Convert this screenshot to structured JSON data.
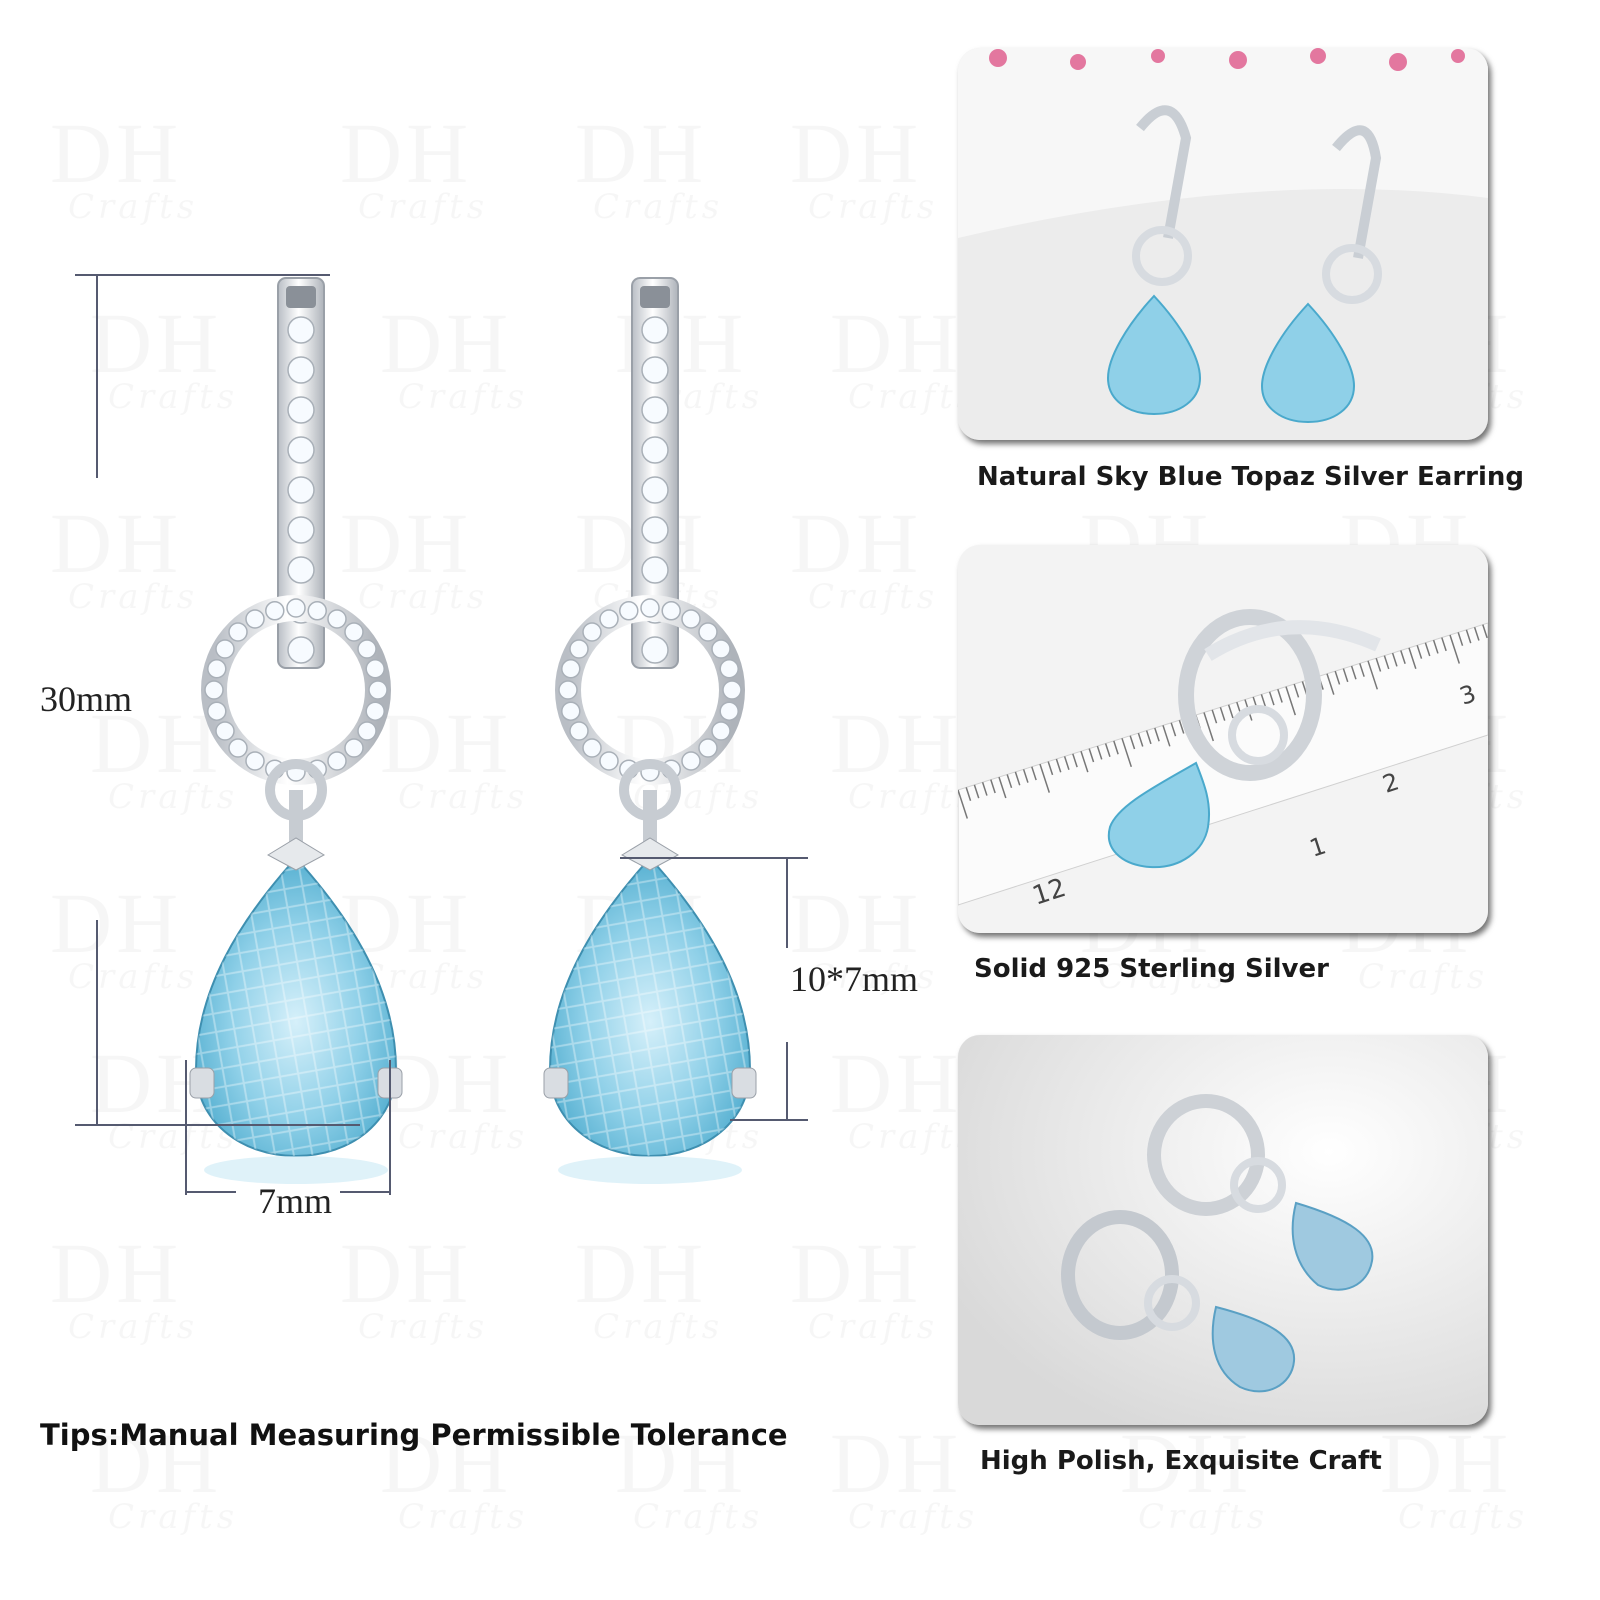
{
  "watermark": {
    "brand": "DH",
    "script": "Crafts"
  },
  "dimensions": {
    "height": "30mm",
    "stone": "10*7mm",
    "width": "7mm"
  },
  "captions": {
    "photo1": "Natural Sky Blue Topaz Silver Earring",
    "photo2": "Solid 925 Sterling Silver",
    "photo3": "High Polish, Exquisite Craft"
  },
  "tips": "Tips:Manual Measuring Permissible Tolerance",
  "ruler_numbers": [
    "12",
    "1",
    "2",
    "3"
  ],
  "colors": {
    "topaz": "#8fd0e8",
    "topaz_dark": "#4aa9cc",
    "silver": "#d9dde2",
    "dimension_line": "#555a70"
  }
}
